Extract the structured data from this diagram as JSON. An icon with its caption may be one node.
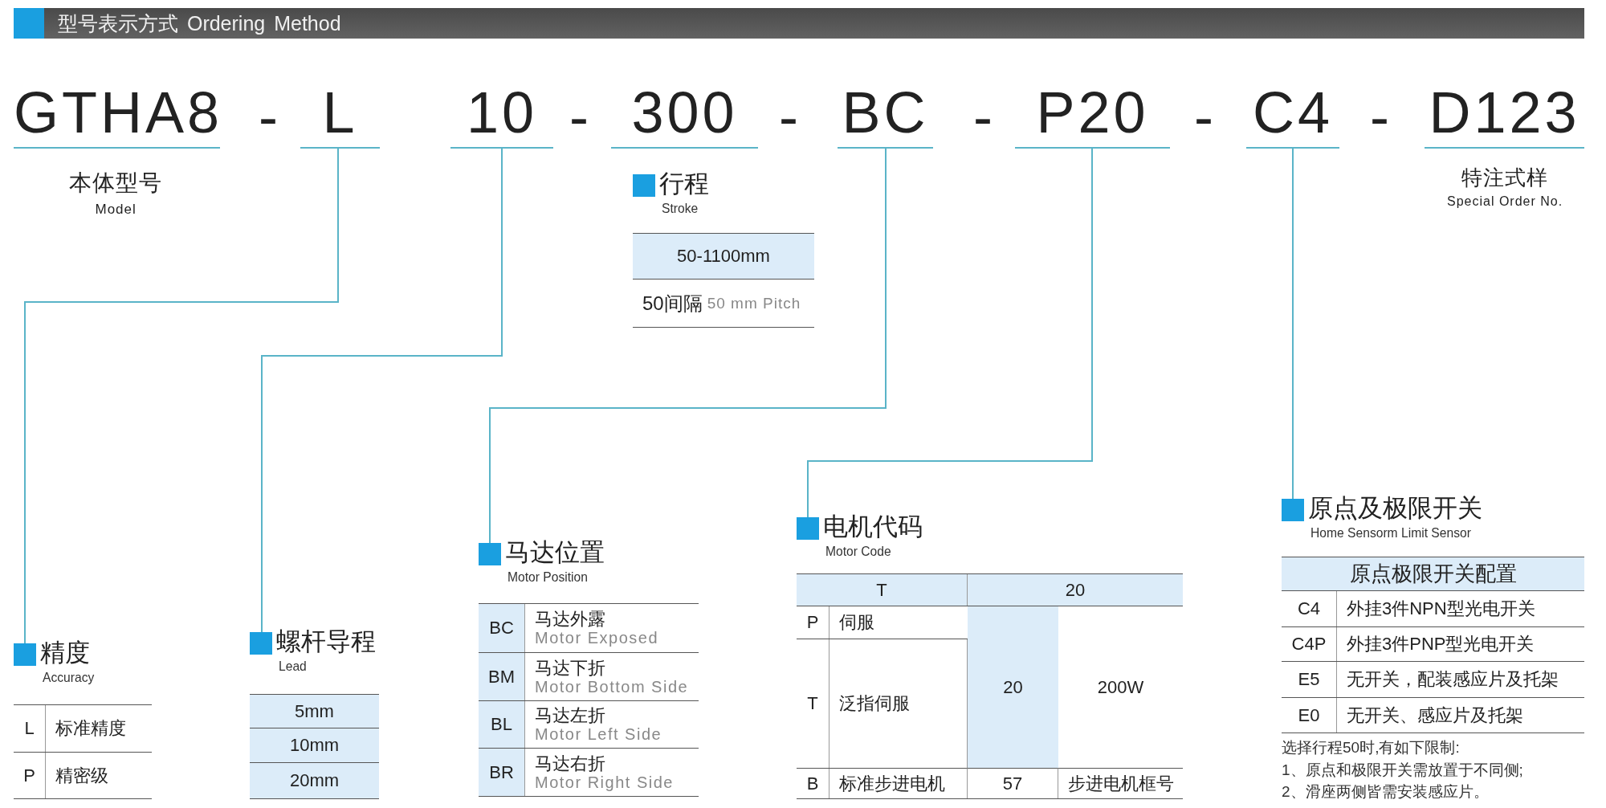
{
  "diagram": {
    "title": "型号表示方式 Ordering Method",
    "nodes": [
      {
        "text": [
          "GTHA8"
        ],
        "beside": [
          "本体型号",
          "Model"
        ]
      },
      {
        "text": [
          "L"
        ]
      },
      {
        "text": [
          "10"
        ]
      },
      {
        "text": [
          "300"
        ]
      },
      {
        "text": [
          "BC"
        ]
      },
      {
        "text": [
          "P20"
        ]
      },
      {
        "text": [
          "C4"
        ]
      },
      {
        "text": [
          "D123"
        ],
        "beside": [
          "特注式样",
          "Special Order No."
        ]
      },
      {
        "text": [
          "行程",
          "Stroke"
        ]
      },
      {
        "text": [
          "50-1100mm"
        ]
      },
      {
        "text": [
          "50间隔",
          "50 mm Pitch"
        ]
      },
      {
        "text": [
          "精度",
          "Accuracy"
        ]
      },
      {
        "text": [
          "L",
          "标准精度"
        ]
      },
      {
        "text": [
          "P",
          "精密级"
        ]
      },
      {
        "text": [
          "螺杆导程",
          "Lead"
        ]
      },
      {
        "text": [
          "5mm"
        ]
      },
      {
        "text": [
          "10mm"
        ]
      },
      {
        "text": [
          "20mm"
        ]
      },
      {
        "text": [
          "马达位置",
          "Motor Position"
        ]
      },
      {
        "text": [
          "BC",
          "马达外露",
          "Motor Exposed"
        ]
      },
      {
        "text": [
          "BM",
          "马达下折",
          "Motor Bottom Side"
        ]
      },
      {
        "text": [
          "BL",
          "马达左折",
          "Motor Left Side"
        ]
      },
      {
        "text": [
          "BR",
          "马达右折",
          "Motor Right Side"
        ]
      },
      {
        "text": [
          "电机代码",
          "Motor Code"
        ]
      },
      {
        "text": [
          "T",
          "20"
        ]
      },
      {
        "text": [
          "P",
          "伺服"
        ]
      },
      {
        "text": [
          "20"
        ]
      },
      {
        "text": [
          "200W"
        ]
      },
      {
        "text": [
          "T",
          "泛指伺服"
        ]
      },
      {
        "text": [
          "B",
          "标准步进电机",
          "57",
          "步进电机框号"
        ]
      },
      {
        "text": [
          "原点及极限开关",
          "Home Sensorm Limit Sensor"
        ]
      },
      {
        "text": [
          "原点极限开关配置"
        ]
      },
      {
        "text": [
          "C4",
          "外挂3件NPN型光电开关"
        ]
      },
      {
        "text": [
          "C4P",
          "外挂3件PNP型光电开关"
        ]
      },
      {
        "text": [
          "E5",
          "无开关，配装感应片及托架"
        ]
      },
      {
        "text": [
          "E0",
          "无开关、感应片及托架"
        ]
      }
    ],
    "edges": [
      {
        "from": 1,
        "to": 11,
        "arrow": "none"
      },
      {
        "from": 2,
        "to": 14,
        "arrow": "none"
      },
      {
        "from": 4,
        "to": 18,
        "arrow": "none"
      },
      {
        "from": 5,
        "to": 23,
        "arrow": "none"
      },
      {
        "from": 6,
        "to": 30,
        "arrow": "none"
      }
    ],
    "labels": [
      "-",
      "-",
      "-",
      "-",
      "-",
      "-",
      "选择行程50时,有如下限制:",
      "1、原点和极限开关需放置于不同侧;",
      "2、滑座两侧皆需安装感应片。"
    ]
  }
}
